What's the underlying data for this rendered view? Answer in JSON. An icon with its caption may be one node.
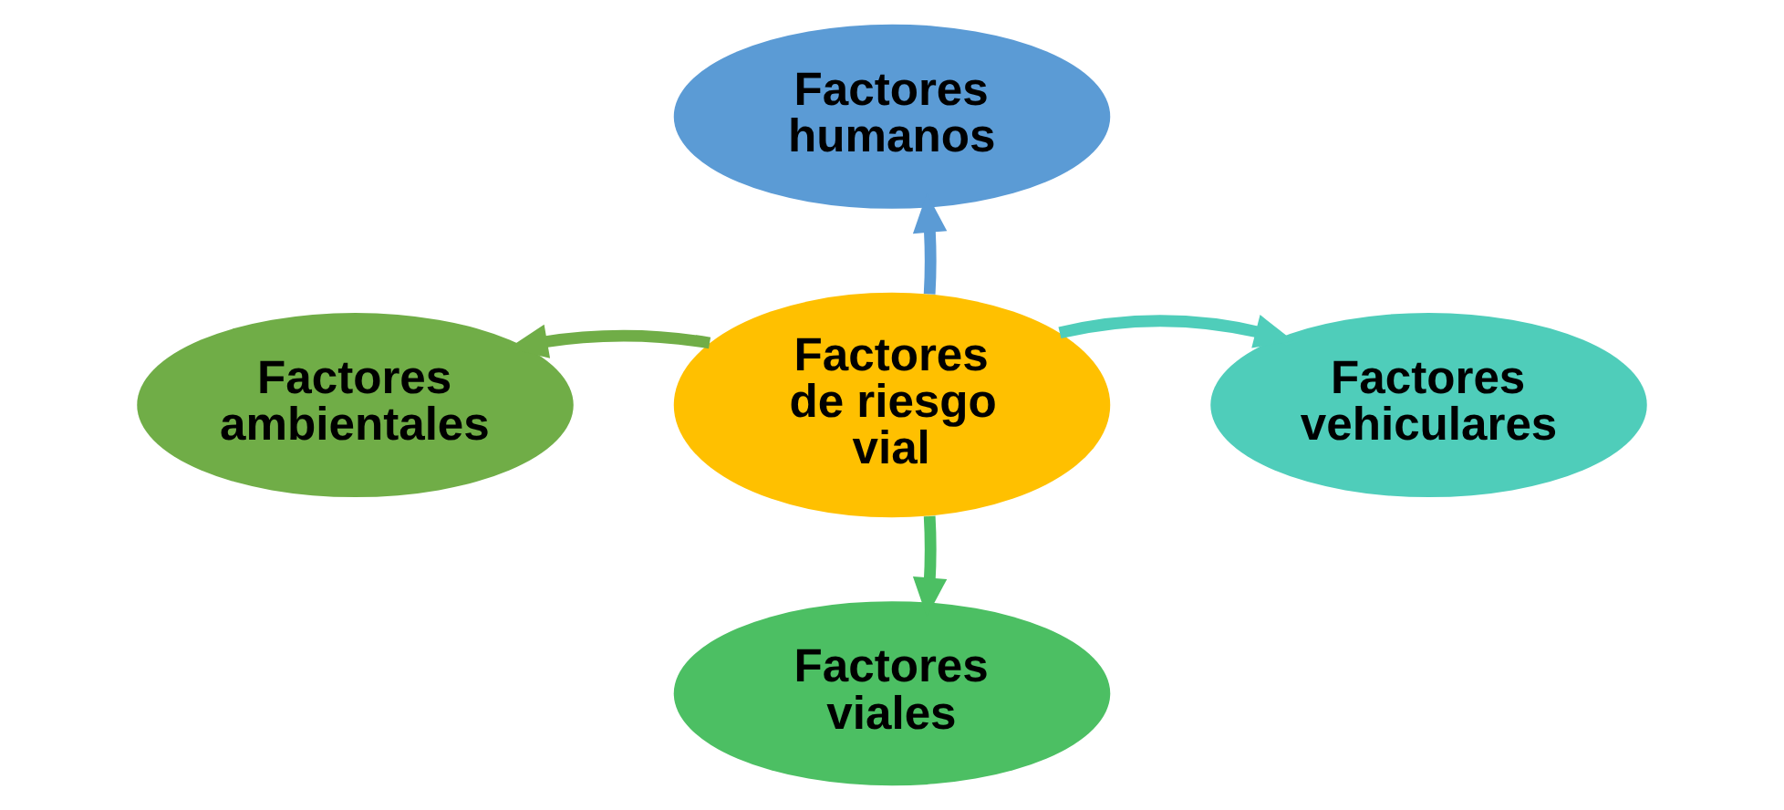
{
  "diagram": {
    "nodes": [
      {
        "text": [
          "Factores de riesgo vial"
        ]
      },
      {
        "text": [
          "Factores humanos"
        ]
      },
      {
        "text": [
          "Factores ambientales"
        ]
      },
      {
        "text": [
          "Factores vehiculares"
        ]
      },
      {
        "text": [
          "Factores viales"
        ]
      }
    ],
    "edges": [
      {
        "from": 0,
        "to": 1,
        "arrow": "to",
        "color": "#5b9bd5"
      },
      {
        "from": 0,
        "to": 3,
        "arrow": "to",
        "color": "#4fcdba"
      },
      {
        "from": 0,
        "to": 4,
        "arrow": "to",
        "color": "#4cbf63"
      },
      {
        "from": 0,
        "to": 2,
        "arrow": "to",
        "color": "#70ad47"
      }
    ]
  }
}
